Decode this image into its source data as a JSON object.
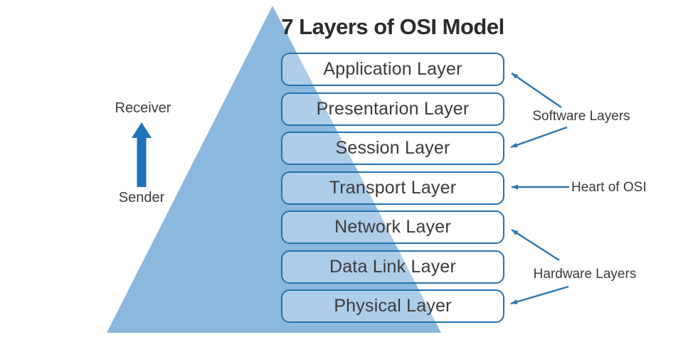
{
  "diagram": {
    "title": "7 Layers of OSI Model",
    "layers": [
      "Application Layer",
      "Presentarion Layer",
      "Session Layer",
      "Transport Layer",
      "Network Layer",
      "Data Link Layer",
      "Physical Layer"
    ],
    "left_flow": {
      "receiver_label": "Receiver",
      "sender_label": "Sender",
      "arrow_icon": "up-arrow-icon"
    },
    "annotations": {
      "software": "Software Layers",
      "heart": "Heart of OSI",
      "hardware": "Hardware Layers"
    }
  },
  "colors": {
    "triangle": "#8ab8de",
    "box_border": "#2473ae",
    "box_fill_overlay": "rgba(255,255,255,0.3)",
    "annotation_arrow": "#2b75ad",
    "flow_arrow": "#1e72b8",
    "text_dark": "#3a3a3a",
    "title_text": "#2b2b2e",
    "background": "#ffffff"
  }
}
